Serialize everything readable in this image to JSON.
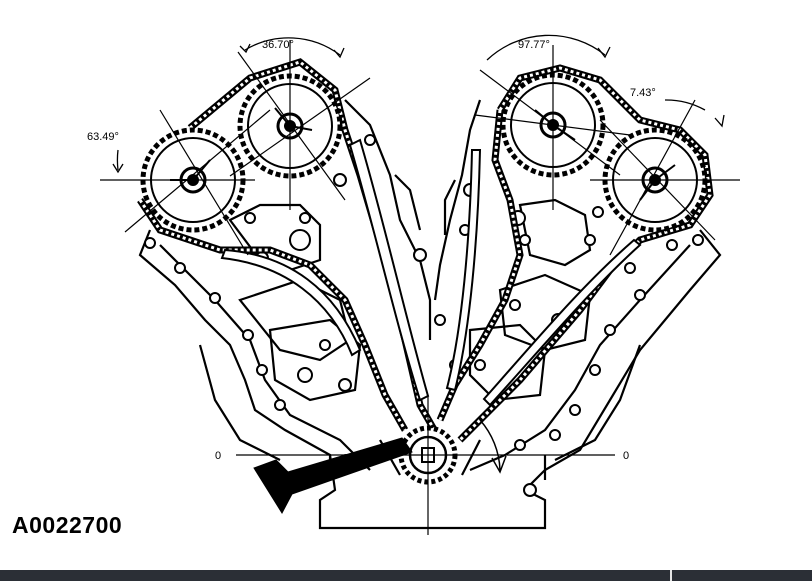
{
  "diagram": {
    "angle_labels": {
      "left_outer": "63.49°",
      "left_inner": "36.70°",
      "right_inner": "97.77°",
      "right_outer": "7.43°"
    },
    "baseline_left": "0",
    "baseline_right": "0",
    "reference_code": "A0022700"
  },
  "colors": {
    "ink": "#000000",
    "background": "#ffffff",
    "footer_bar": "#2b2f36"
  }
}
